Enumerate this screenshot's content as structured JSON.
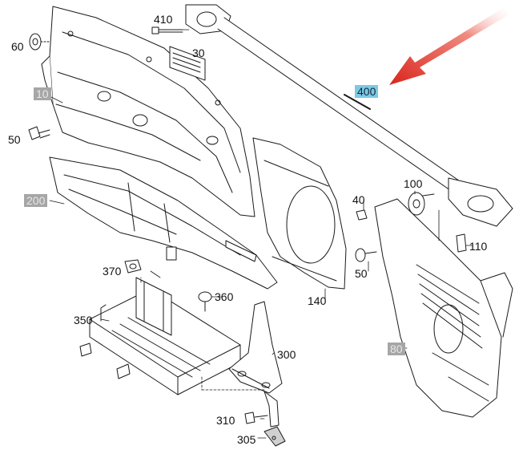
{
  "callouts": {
    "c410": "410",
    "c30": "30",
    "c60": "60",
    "c10": "10",
    "c400": "400",
    "c50a": "50",
    "c200": "200",
    "c40": "40",
    "c100": "100",
    "c110": "110",
    "c50b": "50",
    "c370": "370",
    "c360": "360",
    "c140": "140",
    "c350": "350",
    "c80": "80",
    "c300": "300",
    "c310": "310",
    "c305": "305"
  },
  "colors": {
    "stroke": "#1a1a1a",
    "fill": "#ffffff",
    "shade": "#e9e9e9",
    "arrow": "#d9261c",
    "boxed_label_bg": "#a6a6a6",
    "highlight_label_bg": "#7ec8e3"
  },
  "arrow": {
    "direction": "pointing-down-left",
    "target": "c400"
  }
}
